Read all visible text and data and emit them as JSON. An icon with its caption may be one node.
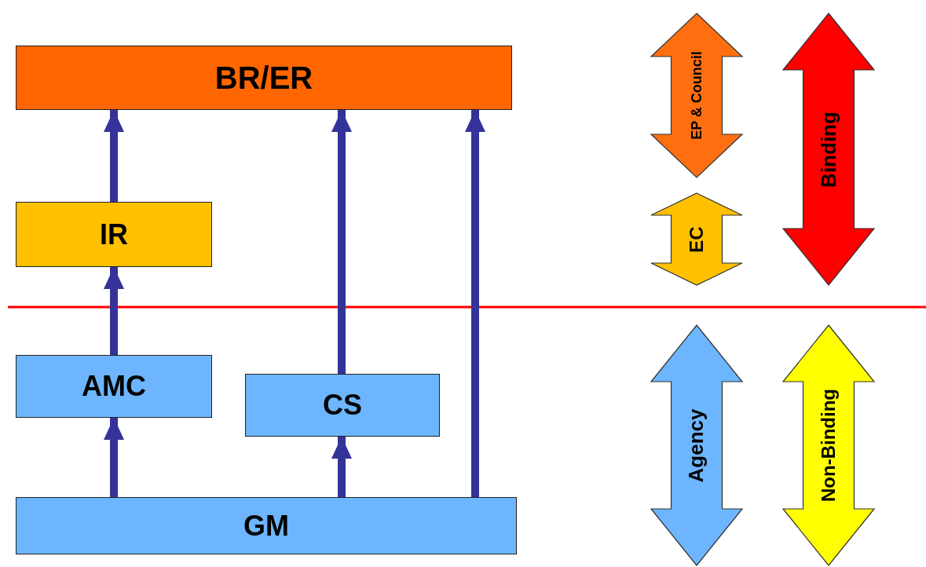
{
  "diagram": {
    "nodes": [
      {
        "text": [
          "BR/ER"
        ]
      },
      {
        "text": [
          "IR"
        ]
      },
      {
        "text": [
          "AMC"
        ]
      },
      {
        "text": [
          "CS"
        ]
      },
      {
        "text": [
          "GM"
        ]
      },
      {
        "text": [
          "EP & Council"
        ]
      },
      {
        "text": [
          "EC"
        ]
      },
      {
        "text": [
          "Binding"
        ]
      },
      {
        "text": [
          "Agency"
        ]
      },
      {
        "text": [
          "Non-Binding"
        ]
      }
    ],
    "edges": [
      {
        "from": 1,
        "to": 0,
        "arrow": "to"
      },
      {
        "from": 2,
        "to": 1,
        "arrow": "to"
      },
      {
        "from": 4,
        "to": 2,
        "arrow": "to"
      },
      {
        "from": 4,
        "to": 3,
        "arrow": "to"
      },
      {
        "from": 3,
        "to": 0,
        "arrow": "to"
      },
      {
        "from": 4,
        "to": 0,
        "arrow": "to"
      }
    ]
  }
}
